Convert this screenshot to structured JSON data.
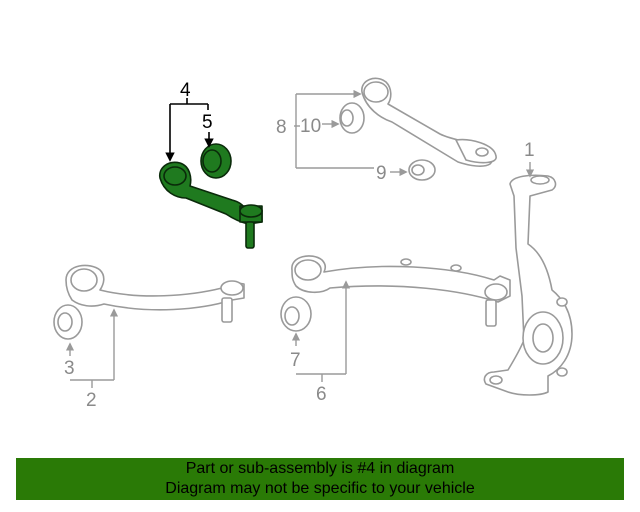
{
  "callouts": {
    "c1": "1",
    "c2": "2",
    "c3": "3",
    "c4": "4",
    "c5": "5",
    "c6": "6",
    "c7": "7",
    "c8": "8",
    "c9": "9",
    "c10": "10"
  },
  "highlight_part": "4",
  "colors": {
    "highlight": "#1f7a1f",
    "line_art": "#9a9a9a",
    "footer_bg": "#2a7a06"
  },
  "footer": {
    "line1": "Part or sub-assembly is #4 in diagram",
    "line2": "Diagram may not be specific to your vehicle"
  }
}
